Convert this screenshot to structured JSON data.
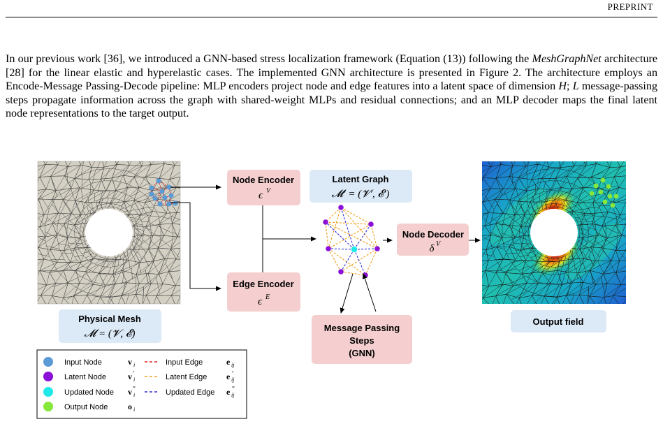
{
  "header": {
    "label": "PREPRINT"
  },
  "paragraph": {
    "text": "In our previous work [36], we introduced a GNN-based stress localization framework (Equation (13)) following the MeshGraphNet architecture [28] for the linear elastic and hyperelastic cases. The implemented GNN architecture is presented in Figure 2. The architecture employs an Encode-Message Passing-Decode pipeline: MLP encoders project node and edge features into a latent space of dimension H; L message-passing steps propagate information across the graph with shared-weight MLPs and residual connections; and an MLP decoder maps the final latent node representations to the target output."
  },
  "figure": {
    "physical_mesh_title": "Physical Mesh",
    "physical_mesh_math": "𝓜 = (𝓥, 𝓔)",
    "node_encoder_title": "Node Encoder",
    "node_encoder_math": "ϵ",
    "node_encoder_sup": "V",
    "edge_encoder_title": "Edge Encoder",
    "edge_encoder_math": "ϵ",
    "edge_encoder_sup": "E",
    "latent_graph_title": "Latent Graph",
    "latent_graph_math": "𝓜′ = (𝓥′, 𝓔′)",
    "node_decoder_title": "Node Decoder",
    "node_decoder_math": "δ",
    "node_decoder_sup": "V",
    "message_passing_line1": "Message Passing",
    "message_passing_line2": "Steps",
    "message_passing_line3": "(GNN)",
    "output_field_title": "Output field",
    "legend": {
      "nodes": [
        {
          "label": "Input Node",
          "symbol": "v",
          "sub": "i",
          "prime": "",
          "color": "#5b9bd5"
        },
        {
          "label": "Latent Node",
          "symbol": "v",
          "sub": "i",
          "prime": "′",
          "color": "#8b10d8"
        },
        {
          "label": "Updated Node",
          "symbol": "v",
          "sub": "i",
          "prime": "″",
          "color": "#1ee8e8"
        },
        {
          "label": "Output Node",
          "symbol": "o",
          "sub": "i",
          "prime": "",
          "color": "#86e83a"
        }
      ],
      "edges": [
        {
          "label": "Input Edge",
          "symbol": "e",
          "sub": "ij",
          "prime": "",
          "color": "#e02020"
        },
        {
          "label": "Latent Edge",
          "symbol": "e",
          "sub": "ij",
          "prime": "′",
          "color": "#f0a020"
        },
        {
          "label": "Updated Edge",
          "symbol": "e",
          "sub": "ij",
          "prime": "″",
          "color": "#3030d0"
        }
      ]
    },
    "colors": {
      "box_pink": "#f5cfcf",
      "box_blue": "#dce9f7",
      "mesh_bg": "#d4d0c4"
    }
  }
}
